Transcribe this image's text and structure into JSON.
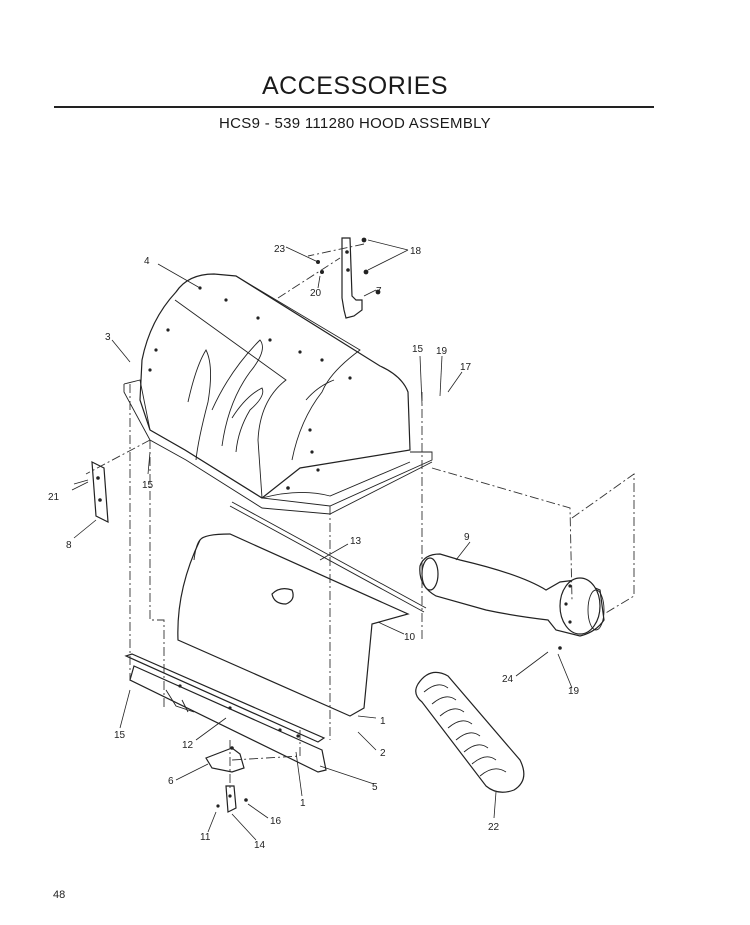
{
  "header": {
    "title": "ACCESSORIES",
    "subtitle": "HCS9 - 539  111280   HOOD ASSEMBLY"
  },
  "footer": {
    "page_number": "48"
  },
  "diagram": {
    "callouts": [
      "1",
      "1",
      "2",
      "3",
      "4",
      "5",
      "6",
      "7",
      "8",
      "9",
      "10",
      "11",
      "12",
      "13",
      "14",
      "15",
      "15",
      "15",
      "16",
      "17",
      "18",
      "19",
      "19",
      "20",
      "21",
      "22",
      "23",
      "24"
    ]
  }
}
